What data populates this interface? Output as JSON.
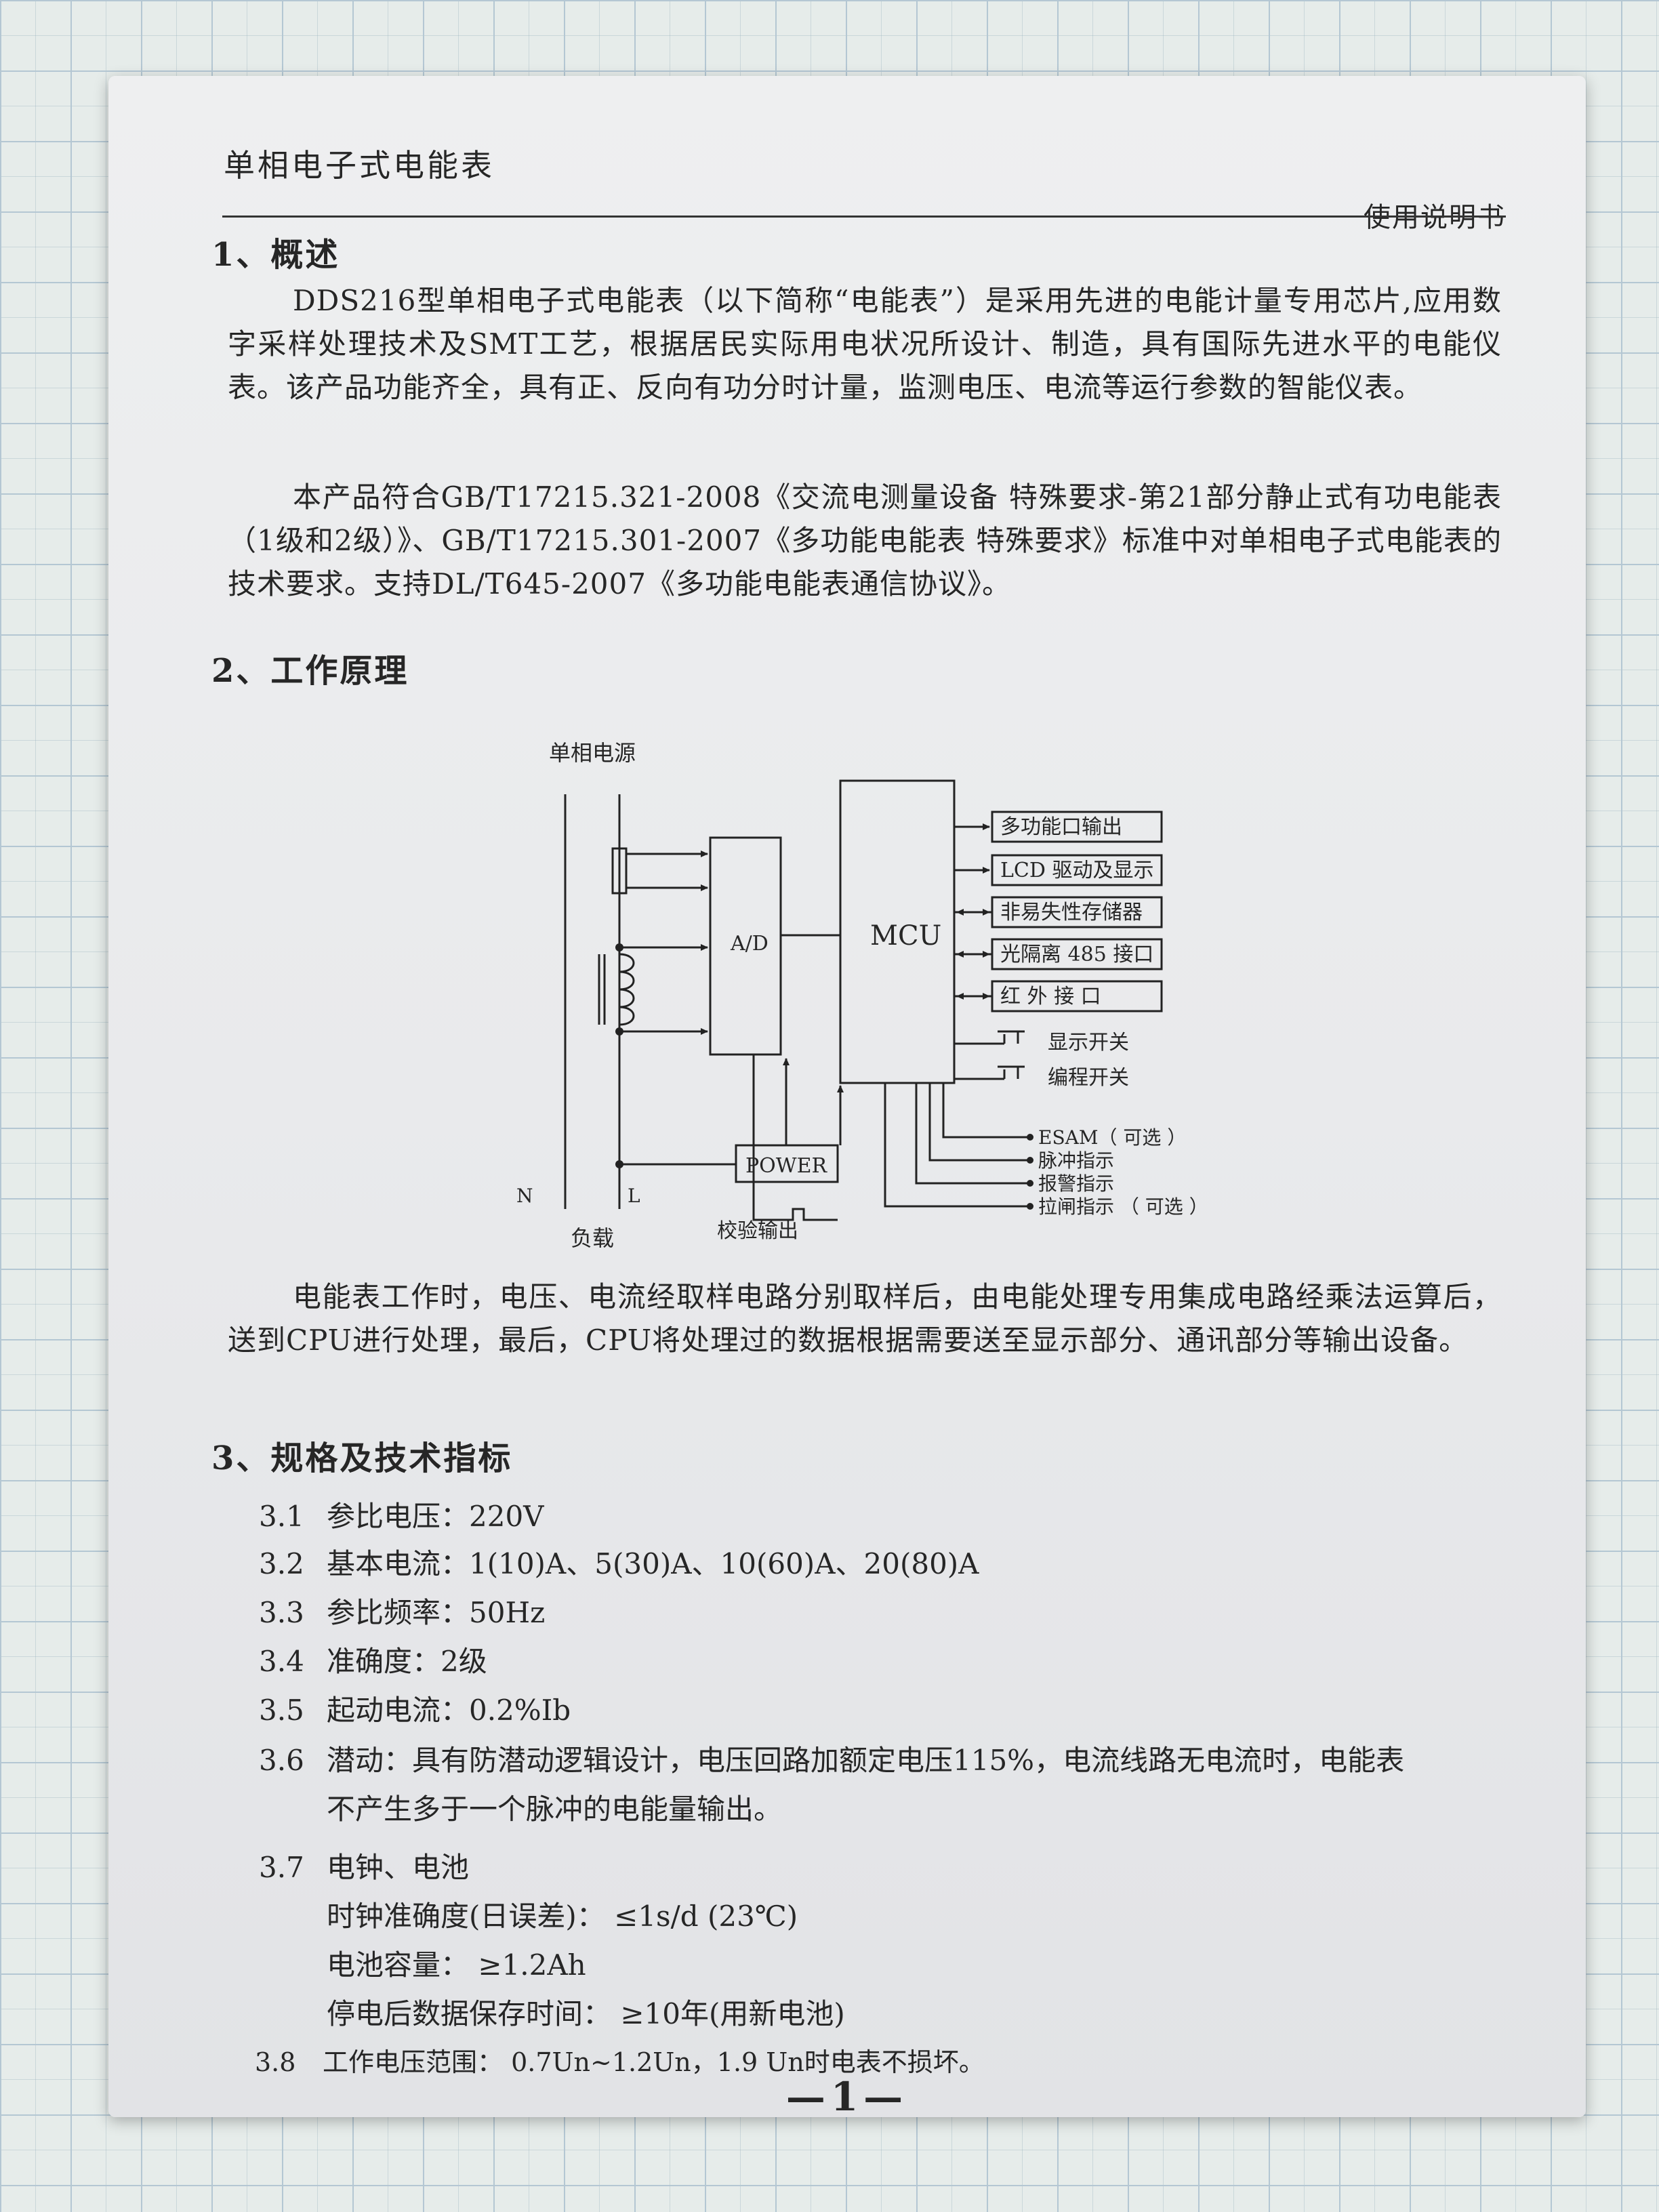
{
  "header": {
    "title": "单相电子式电能表",
    "doc_type": "使用说明书"
  },
  "section1": {
    "heading": "1、概述",
    "para1": "DDS216型单相电子式电能表（以下简称“电能表”）是采用先进的电能计量专用芯片,应用数字采样处理技术及SMT工艺，根据居民实际用电状况所设计、制造，具有国际先进水平的电能仪表。该产品功能齐全，具有正、反向有功分时计量，监测电压、电流等运行参数的智能仪表。",
    "para2": "本产品符合GB/T17215.321-2008《交流电测量设备 特殊要求-第21部分静止式有功电能表（1级和2级）》、GB/T17215.301-2007《多功能电能表 特殊要求》标准中对单相电子式电能表的技术要求。支持DL/T645-2007《多功能电能表通信协议》。"
  },
  "section2": {
    "heading": "2、工作原理",
    "diagram": {
      "supply": "单相电源",
      "adc": "A/D",
      "mcu": "MCU",
      "power": "POWER",
      "n": "N",
      "l": "L",
      "load": "负载",
      "calib": "校验输出",
      "outputs": [
        "多功能口输出",
        "LCD 驱动及显示",
        "非易失性存储器",
        "光隔离 485 接口",
        "红 外 接 口"
      ],
      "switches": [
        "显示开关",
        "编程开关"
      ],
      "bottom": [
        "ESAM（ 可选 ）",
        "脉冲指示",
        "报警指示",
        "拉闸指示 （ 可选 ）"
      ]
    },
    "para": "电能表工作时，电压、电流经取样电路分别取样后，由电能处理专用集成电路经乘法运算后，送到CPU进行处理，最后，CPU将处理过的数据根据需要送至显示部分、通讯部分等输出设备。"
  },
  "section3": {
    "heading": "3、规格及技术指标",
    "items": [
      {
        "num": "3.1",
        "text": "参比电压：220V"
      },
      {
        "num": "3.2",
        "text": "基本电流：1(10)A、5(30)A、10(60)A、20(80)A"
      },
      {
        "num": "3.3",
        "text": "参比频率：50Hz"
      },
      {
        "num": "3.4",
        "text": "准确度：2级"
      },
      {
        "num": "3.5",
        "text": "起动电流：0.2%Ib"
      },
      {
        "num": "3.6",
        "text": "潜动：具有防潜动逻辑设计，电压回路加额定电压115%，电流线路无电流时，电能表"
      },
      {
        "num": "3.7",
        "text": "电钟、电池"
      },
      {
        "num": "3.8",
        "text": "工作电压范围：  0.7Un~1.2Un，1.9 Un时电表不损坏。"
      }
    ],
    "item6_cont": "不产生多于一个脉冲的电能量输出。",
    "item7_sub": [
      "时钟准确度(日误差)：  ≤1s/d (23℃)",
      "电池容量：  ≥1.2Ah",
      "停电后数据保存时间：  ≥10年(用新电池)"
    ]
  },
  "page_number": "—1—"
}
